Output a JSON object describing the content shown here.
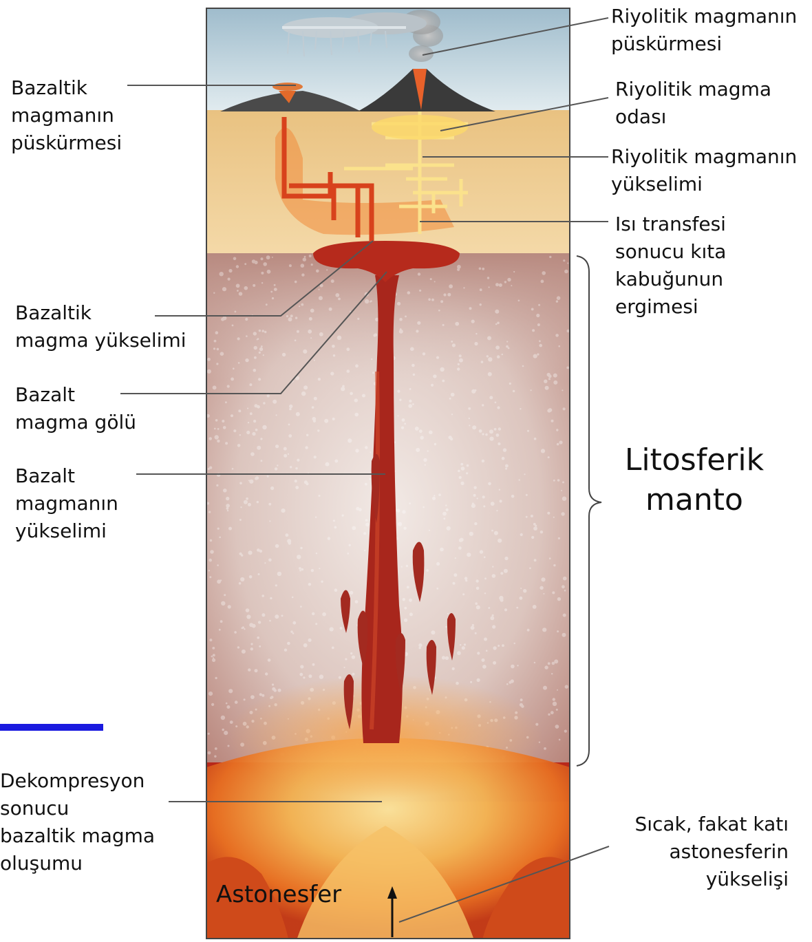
{
  "labels": {
    "riyolitik_puskurme": "Riyolitik magmanın\npüskürmesi",
    "riyolitik_oda": "Riyolitik magma\nodası",
    "riyolitik_yukselim": "Riyolitik magmanın\nyükselimi",
    "isi_transferi": "Isı transfesi\nsonucu kıta\nkabuğunun\nergimesi",
    "bazaltik_puskurme": "Bazaltik\nmagmanın\npüskürmesi",
    "bazaltik_yukselim": "Bazaltik\nmagma yükselimi",
    "bazalt_gol": "Bazalt\nmagma gölü",
    "bazalt_yukselim": "Bazalt\nmagmanın\nyükselimi",
    "litosferik_manto": "Litosferik\nmanto",
    "dekompresyon": "Dekompresyon\nsonucu\nbazaltik magma\noluşumu",
    "sicak_astenosfer": "Sıcak, fakat katı\nastonesferin\nyükselişi",
    "astonesfer": "Astonesfer"
  },
  "colors": {
    "sky": "#c9dbe3",
    "crust": "#f0cf98",
    "mantle": "#c49a92",
    "magma": "#c8371a",
    "asthenosphere": "#e3621d",
    "accent_bar": "#1a1adf"
  }
}
